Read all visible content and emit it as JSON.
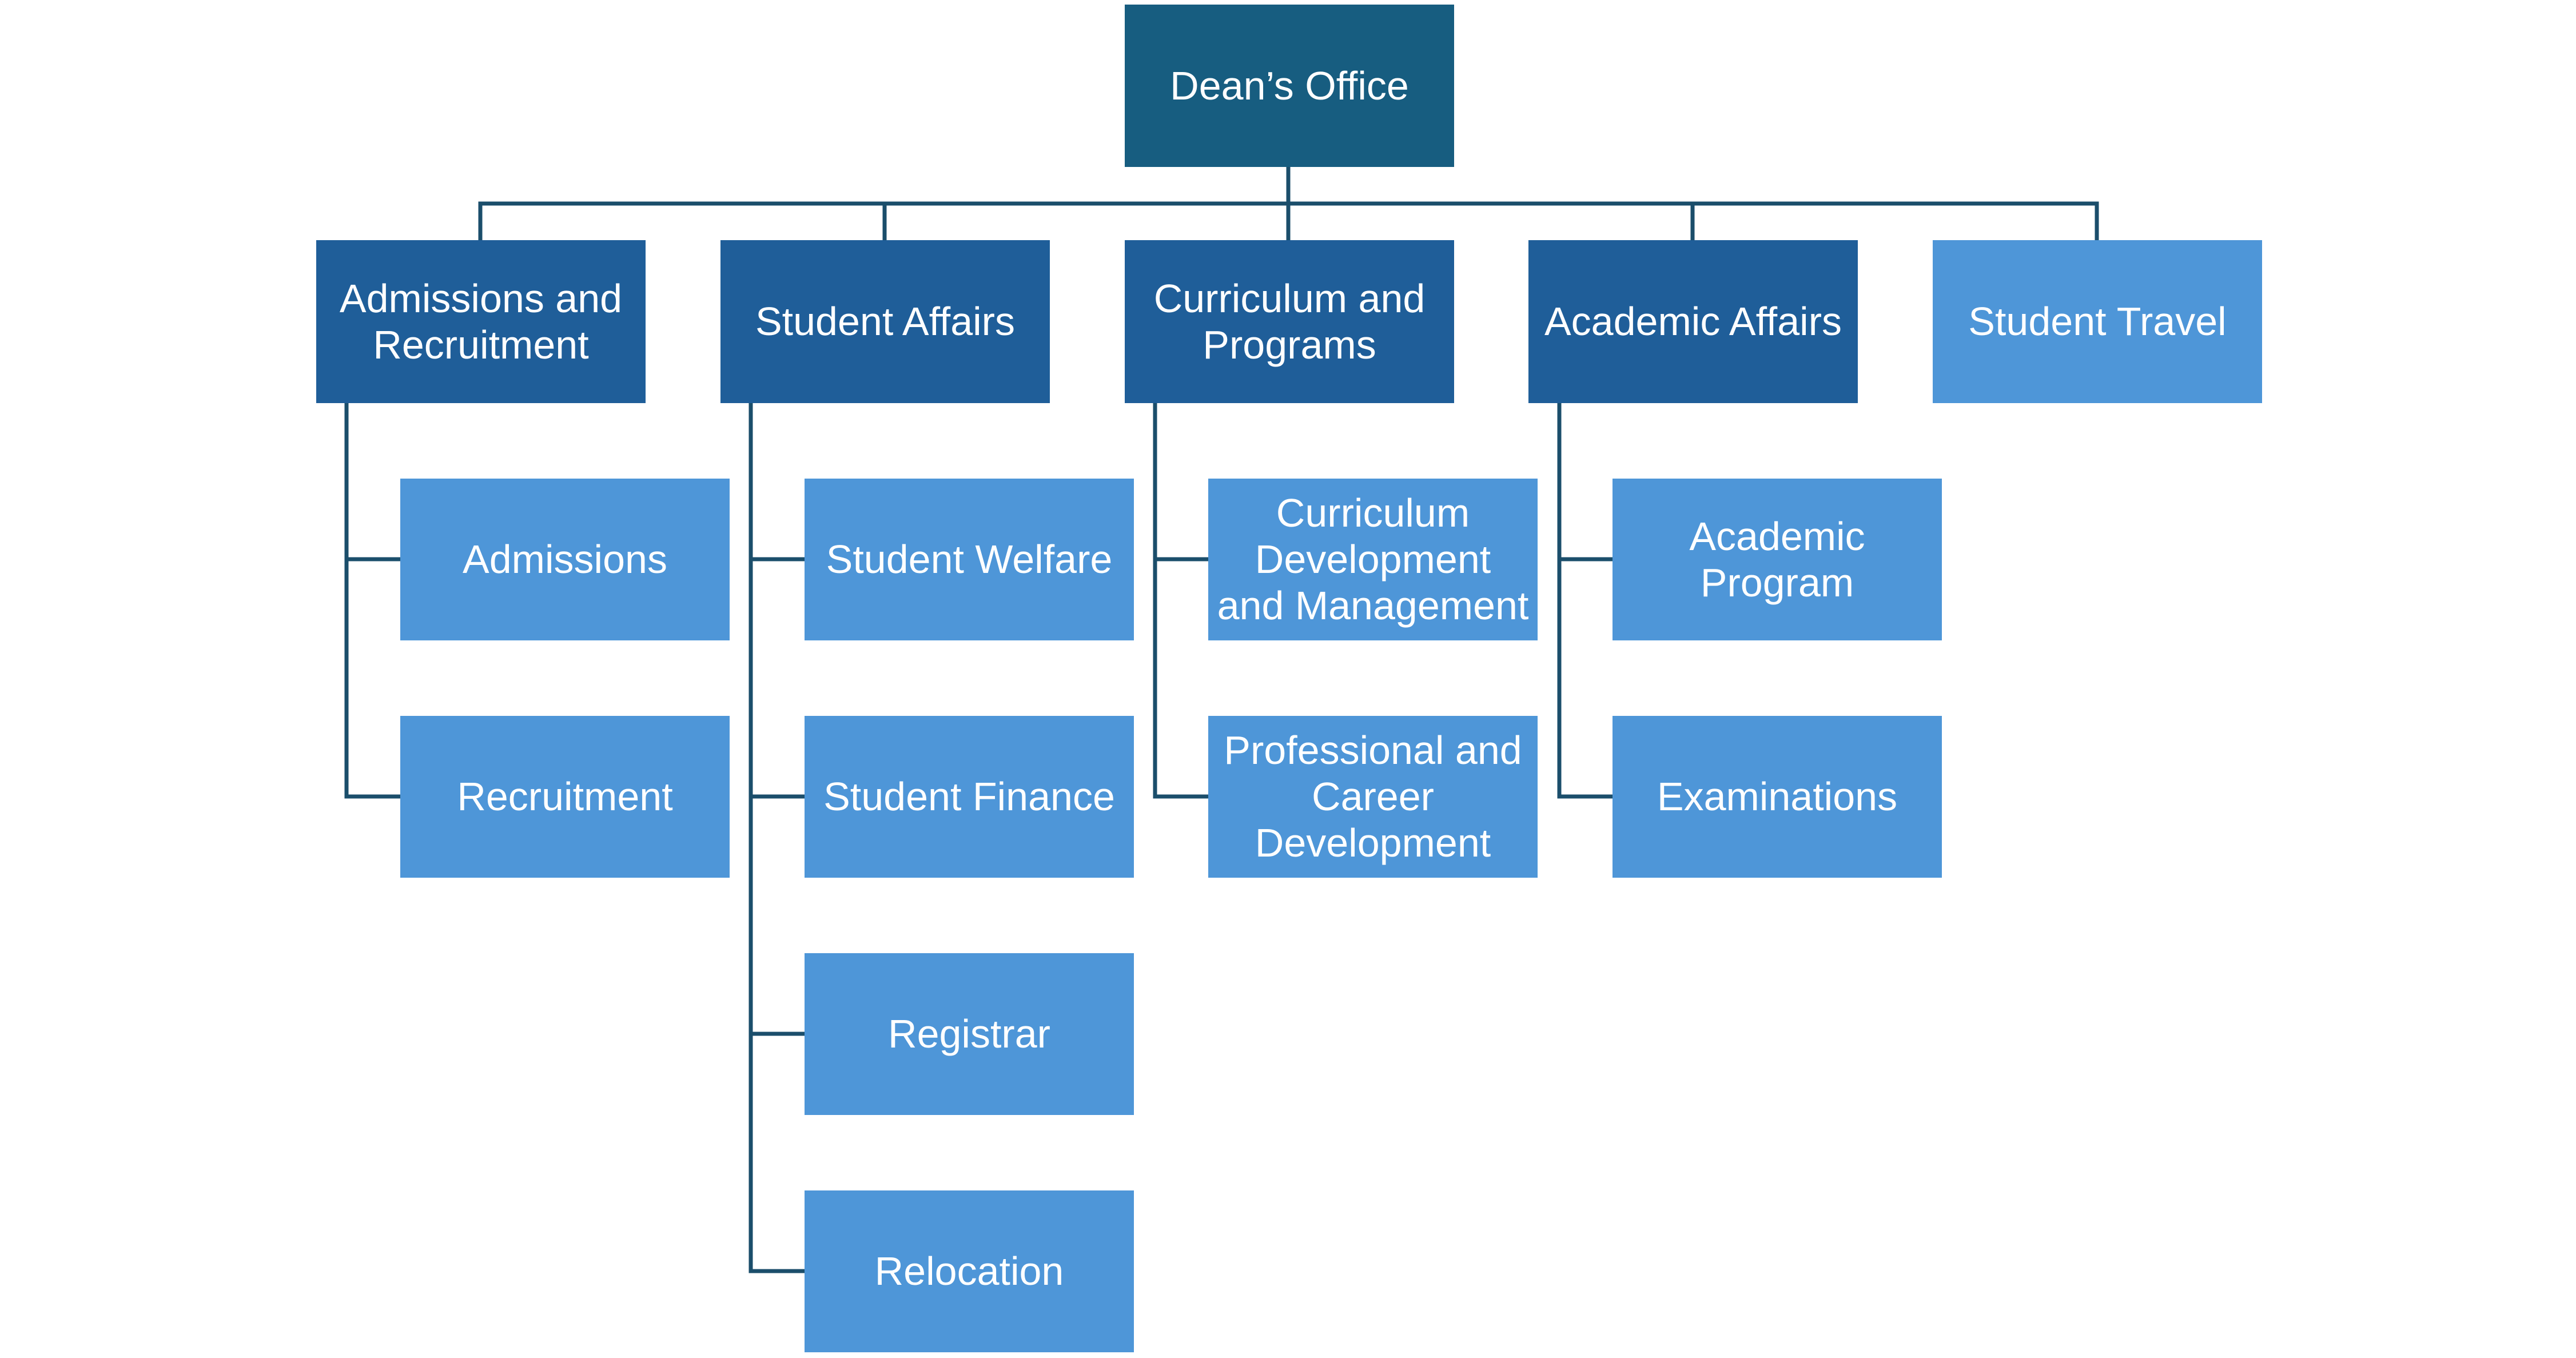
{
  "colors": {
    "top_level": "#175d80",
    "department": "#1f5e99",
    "unit": "#4e96d8",
    "connector": "#1b4e6b",
    "text": "#ffffff"
  },
  "root": {
    "label": "Dean’s Office"
  },
  "departments": [
    {
      "label": "Admissions and Recruitment",
      "children": [
        "Admissions",
        "Recruitment"
      ]
    },
    {
      "label": "Student Affairs",
      "children": [
        "Student Welfare",
        "Student Finance",
        "Registrar",
        "Relocation"
      ]
    },
    {
      "label": "Curriculum and Programs",
      "children": [
        "Curriculum Development and Management",
        "Professional and Career Development"
      ]
    },
    {
      "label": "Academic Affairs",
      "children": [
        "Academic Program",
        "Examinations"
      ]
    },
    {
      "label": "Student Travel",
      "children": []
    }
  ]
}
